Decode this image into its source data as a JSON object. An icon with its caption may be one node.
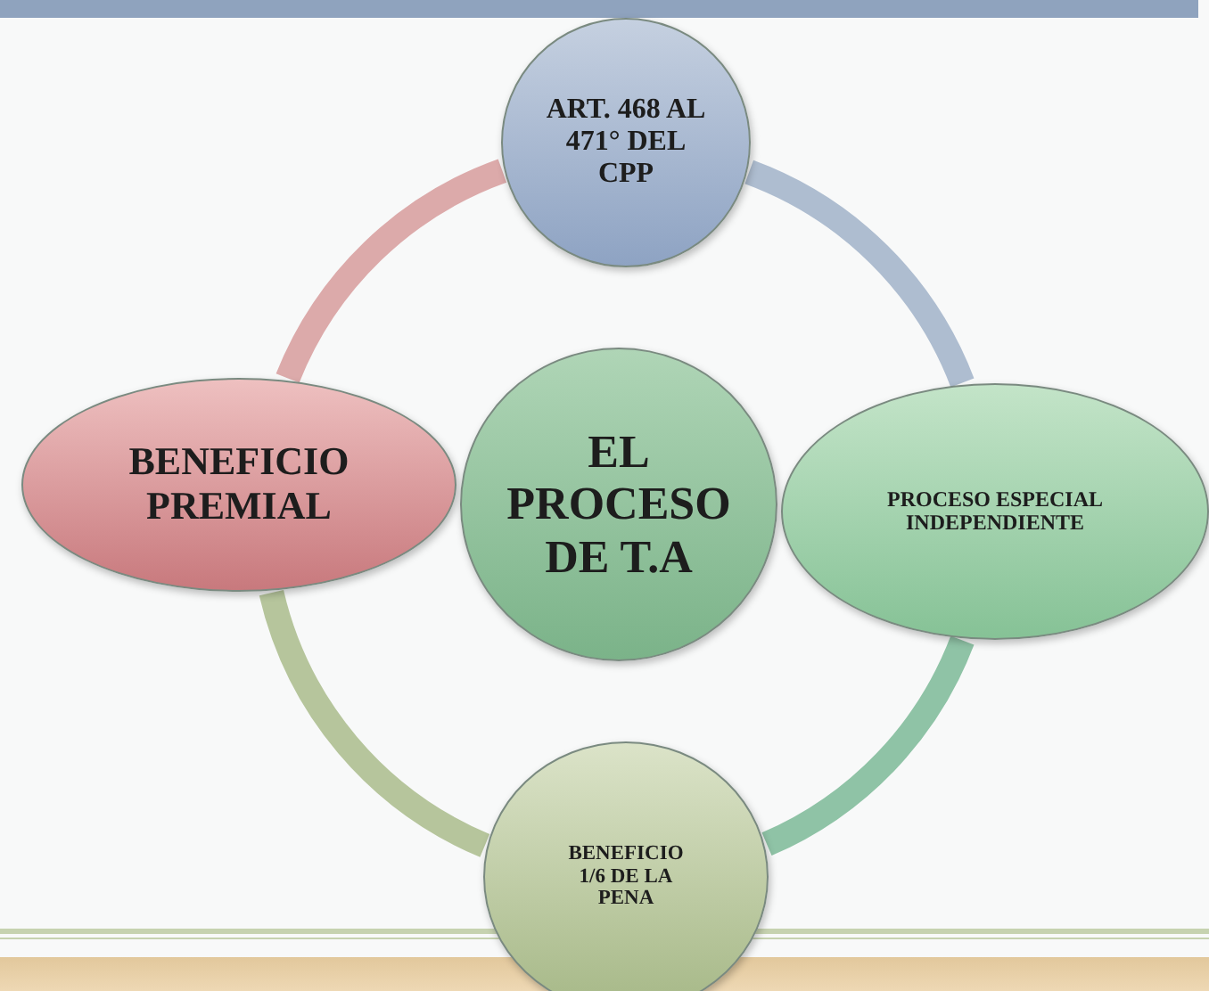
{
  "diagram": {
    "nodes": [
      {
        "text": [
          "ART. 468 AL 471° DEL CPP"
        ]
      },
      {
        "text": [
          "BENEFICIO PREMIAL"
        ]
      },
      {
        "text": [
          "EL PROCESO DE T.A"
        ]
      },
      {
        "text": [
          "PROCESO ESPECIAL INDEPENDIENTE"
        ]
      },
      {
        "text": [
          "BENEFICIO 1/6 DE LA PENA"
        ]
      }
    ],
    "edges": [
      {
        "from": 0,
        "to": 3,
        "arrow": "none",
        "color": "#aebdd0"
      },
      {
        "from": 3,
        "to": 4,
        "arrow": "none",
        "color": "#8fc3a6"
      },
      {
        "from": 4,
        "to": 1,
        "arrow": "none",
        "color": "#b6c59c"
      },
      {
        "from": 1,
        "to": 0,
        "arrow": "none",
        "color": "#dcaaaa"
      }
    ]
  }
}
